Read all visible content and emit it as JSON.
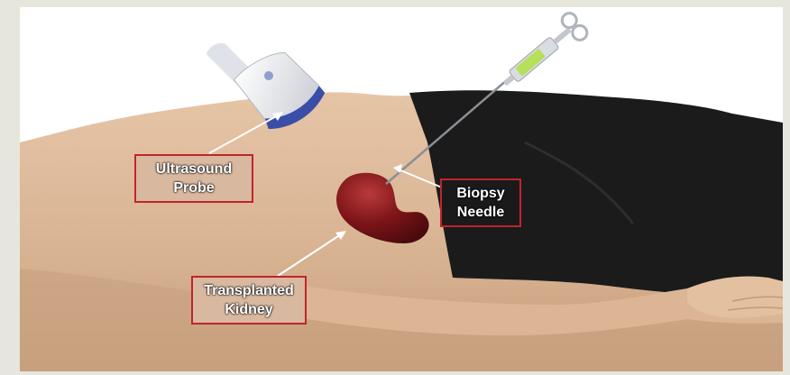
{
  "labels": {
    "probe": {
      "line1": "Ultrasound",
      "line2": "Probe"
    },
    "needle": {
      "line1": "Biopsy",
      "line2": "Needle"
    },
    "kidney": {
      "line1": "Transplanted",
      "line2": "Kidney"
    }
  },
  "colors": {
    "label_border": "#c0252a",
    "skin": "#dcb898",
    "shorts": "#1b1b1b",
    "kidney": "#7a1518",
    "probe_body": "#eef0f4",
    "probe_cuff": "#3a4ea8",
    "syringe_plunger": "#b7e05a"
  }
}
